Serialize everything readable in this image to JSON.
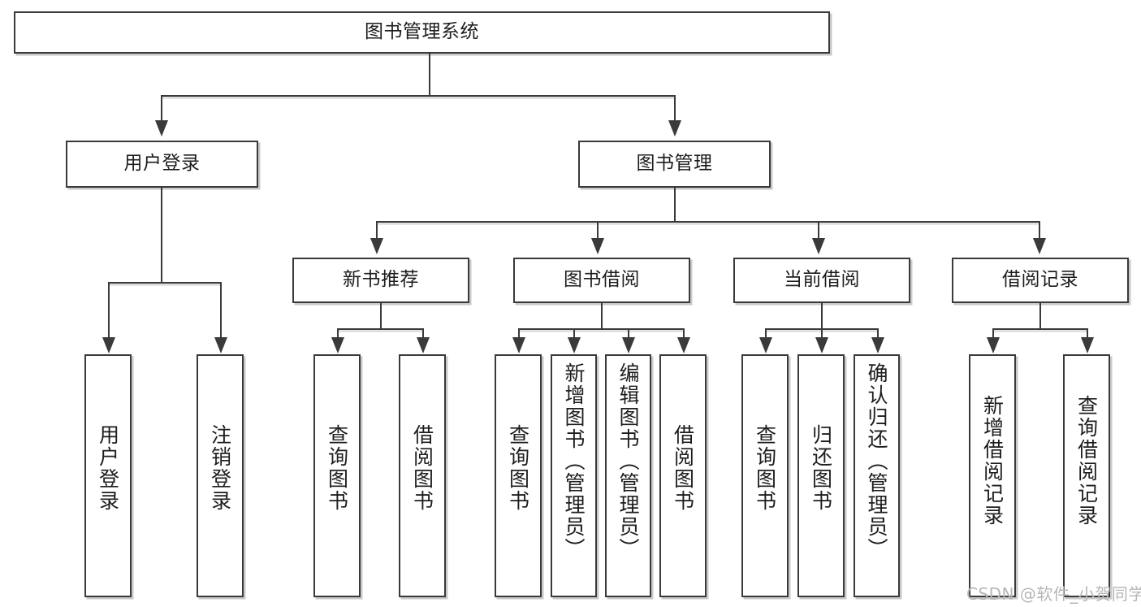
{
  "diagram": {
    "title": "图书管理系统",
    "type": "tree-hierarchy-diagram",
    "root": {
      "label": "图书管理系统"
    },
    "level1": [
      {
        "label": "用户登录"
      },
      {
        "label": "图书管理"
      }
    ],
    "level2": [
      {
        "label": "新书推荐"
      },
      {
        "label": "图书借阅"
      },
      {
        "label": "当前借阅"
      },
      {
        "label": "借阅记录"
      }
    ],
    "leaves": {
      "user_login": [
        {
          "label": "用户登录"
        },
        {
          "label": "注销登录"
        }
      ],
      "new_book_recommend": [
        {
          "label": "查询图书"
        },
        {
          "label": "借阅图书"
        }
      ],
      "book_borrow": [
        {
          "label": "查询图书"
        },
        {
          "label": "新增图书（管理员）"
        },
        {
          "label": "编辑图书（管理员）"
        },
        {
          "label": "借阅图书"
        }
      ],
      "current_borrow": [
        {
          "label": "查询图书"
        },
        {
          "label": "归还图书"
        },
        {
          "label": "确认归还（管理员）"
        }
      ],
      "borrow_record": [
        {
          "label": "新增借阅记录"
        },
        {
          "label": "查询借阅记录"
        }
      ]
    }
  },
  "watermark": {
    "text": "CSDN @软件_小贺同学"
  },
  "colors": {
    "box_border": "#3a3a3a",
    "box_fill": "#ffffff",
    "connector": "#3a3a3a",
    "shadow": "#c9c9c9",
    "text": "#1d1d1d",
    "watermark": "#b6b6b6",
    "background": "#ffffff"
  }
}
